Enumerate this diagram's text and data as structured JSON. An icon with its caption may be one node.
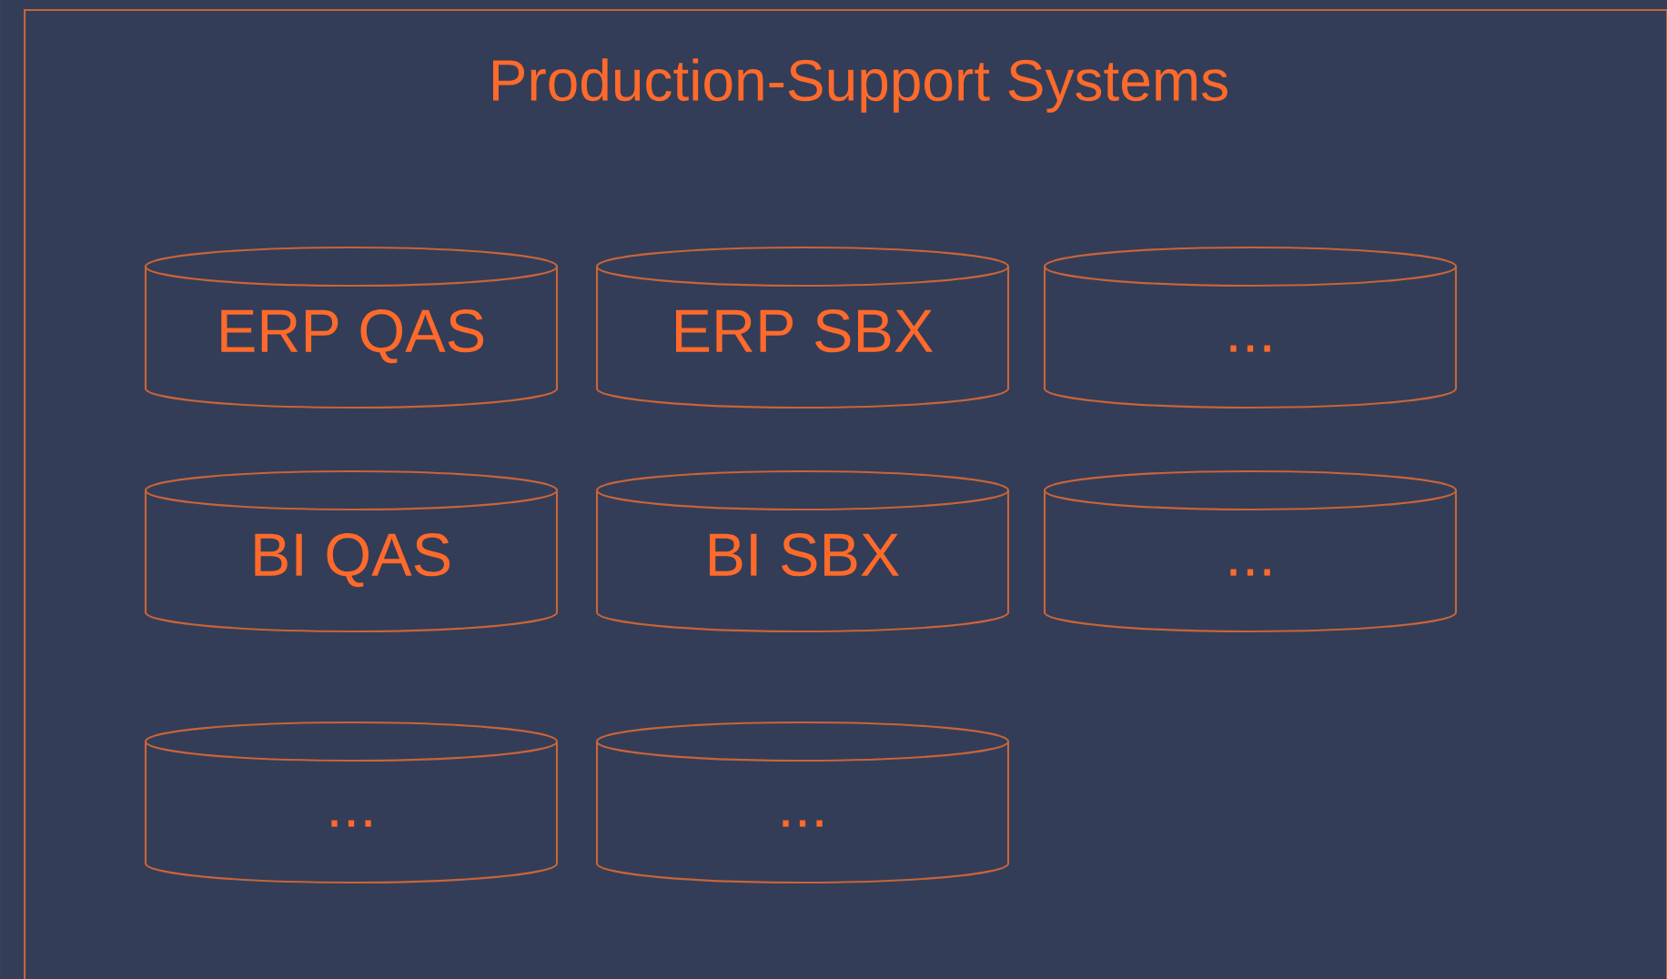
{
  "diagram": {
    "nodes": [
      {
        "text": [
          "Production-Support Systems"
        ]
      },
      {
        "text": [
          "ERP QAS"
        ],
        "in": 0
      },
      {
        "text": [
          "ERP SBX"
        ],
        "in": 0
      },
      {
        "text": [
          "..."
        ],
        "in": 0
      },
      {
        "text": [
          "BI QAS"
        ],
        "in": 0
      },
      {
        "text": [
          "BI SBX"
        ],
        "in": 0
      },
      {
        "text": [
          "..."
        ],
        "in": 0
      },
      {
        "text": [
          "..."
        ],
        "in": 0
      },
      {
        "text": [
          "..."
        ],
        "in": 0
      }
    ]
  }
}
